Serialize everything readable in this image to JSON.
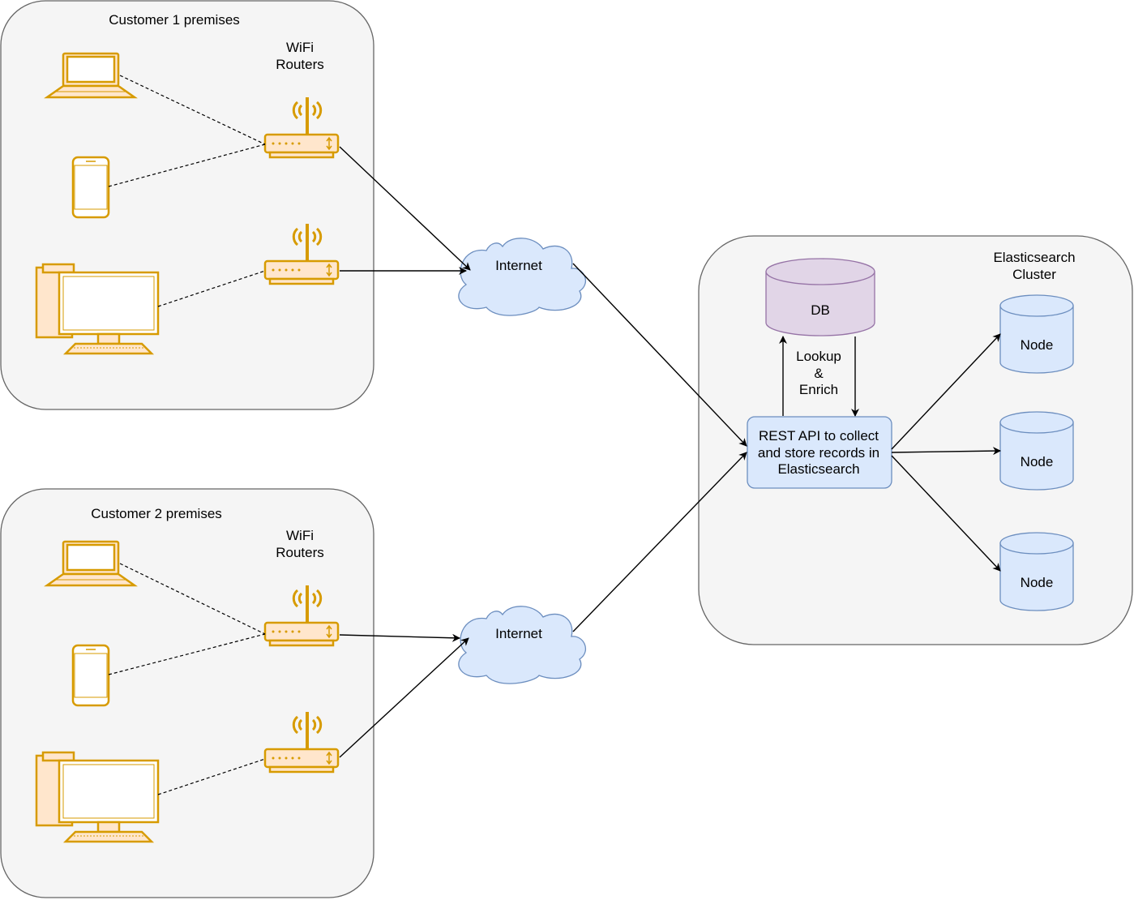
{
  "customer1": {
    "title": "Customer 1 premises",
    "routers_label_line1": "WiFi",
    "routers_label_line2": "Routers"
  },
  "customer2": {
    "title": "Customer 2 premises",
    "routers_label_line1": "WiFi",
    "routers_label_line2": "Routers"
  },
  "internet": {
    "top_label": "Internet",
    "bottom_label": "Internet"
  },
  "cluster": {
    "title_line1": "Elasticsearch",
    "title_line2": "Cluster",
    "db_label": "DB",
    "lookup_line1": "Lookup",
    "lookup_line2": "&",
    "lookup_line3": "Enrich",
    "api_line1": "REST API to collect",
    "api_line2": "and store records in",
    "api_line3": "Elasticsearch",
    "nodes": [
      "Node",
      "Node",
      "Node"
    ]
  },
  "icons": {
    "laptop": "laptop-icon",
    "phone": "mobile-phone-icon",
    "desktop": "desktop-computer-icon",
    "router": "wifi-router-icon",
    "cloud": "cloud-icon",
    "database": "database-icon"
  },
  "colors": {
    "device_fill": "#ffe6cc",
    "device_stroke": "#d79b00",
    "blue_fill": "#dae8fc",
    "blue_stroke": "#6c8ebf",
    "purple_fill": "#e1d5e7",
    "purple_stroke": "#9673a6",
    "container_fill": "#f5f5f5"
  }
}
